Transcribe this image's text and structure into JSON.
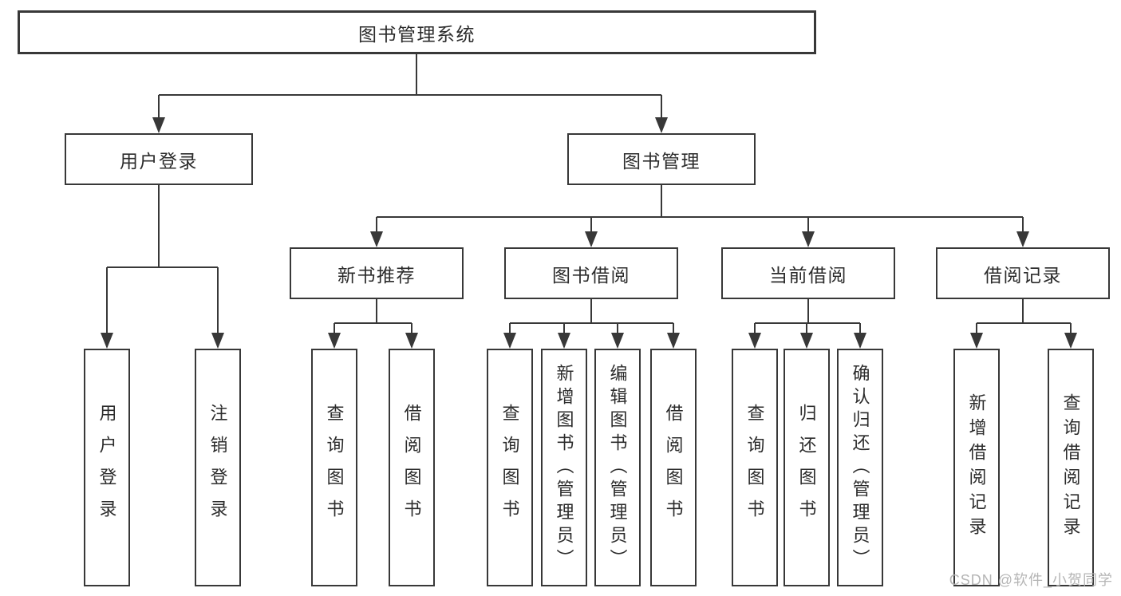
{
  "tree": {
    "root": "图书管理系统",
    "children": [
      {
        "label": "用户登录",
        "children": [
          "用户登录",
          "注销登录"
        ]
      },
      {
        "label": "图书管理",
        "children": [
          {
            "label": "新书推荐",
            "children": [
              "查询图书",
              "借阅图书"
            ]
          },
          {
            "label": "图书借阅",
            "children": [
              "查询图书",
              "新增图书（管理员）",
              "编辑图书（管理员）",
              "借阅图书"
            ]
          },
          {
            "label": "当前借阅",
            "children": [
              "查询图书",
              "归还图书",
              "确认归还（管理员）"
            ]
          },
          {
            "label": "借阅记录",
            "children": [
              "新增借阅记录",
              "查询借阅记录"
            ]
          }
        ]
      }
    ]
  },
  "watermark": {
    "text": "CSDN @软件_小贺同学"
  },
  "colors": {
    "line": "#383838",
    "text": "#2c2c2c",
    "watermark": "#b5b5b5"
  }
}
